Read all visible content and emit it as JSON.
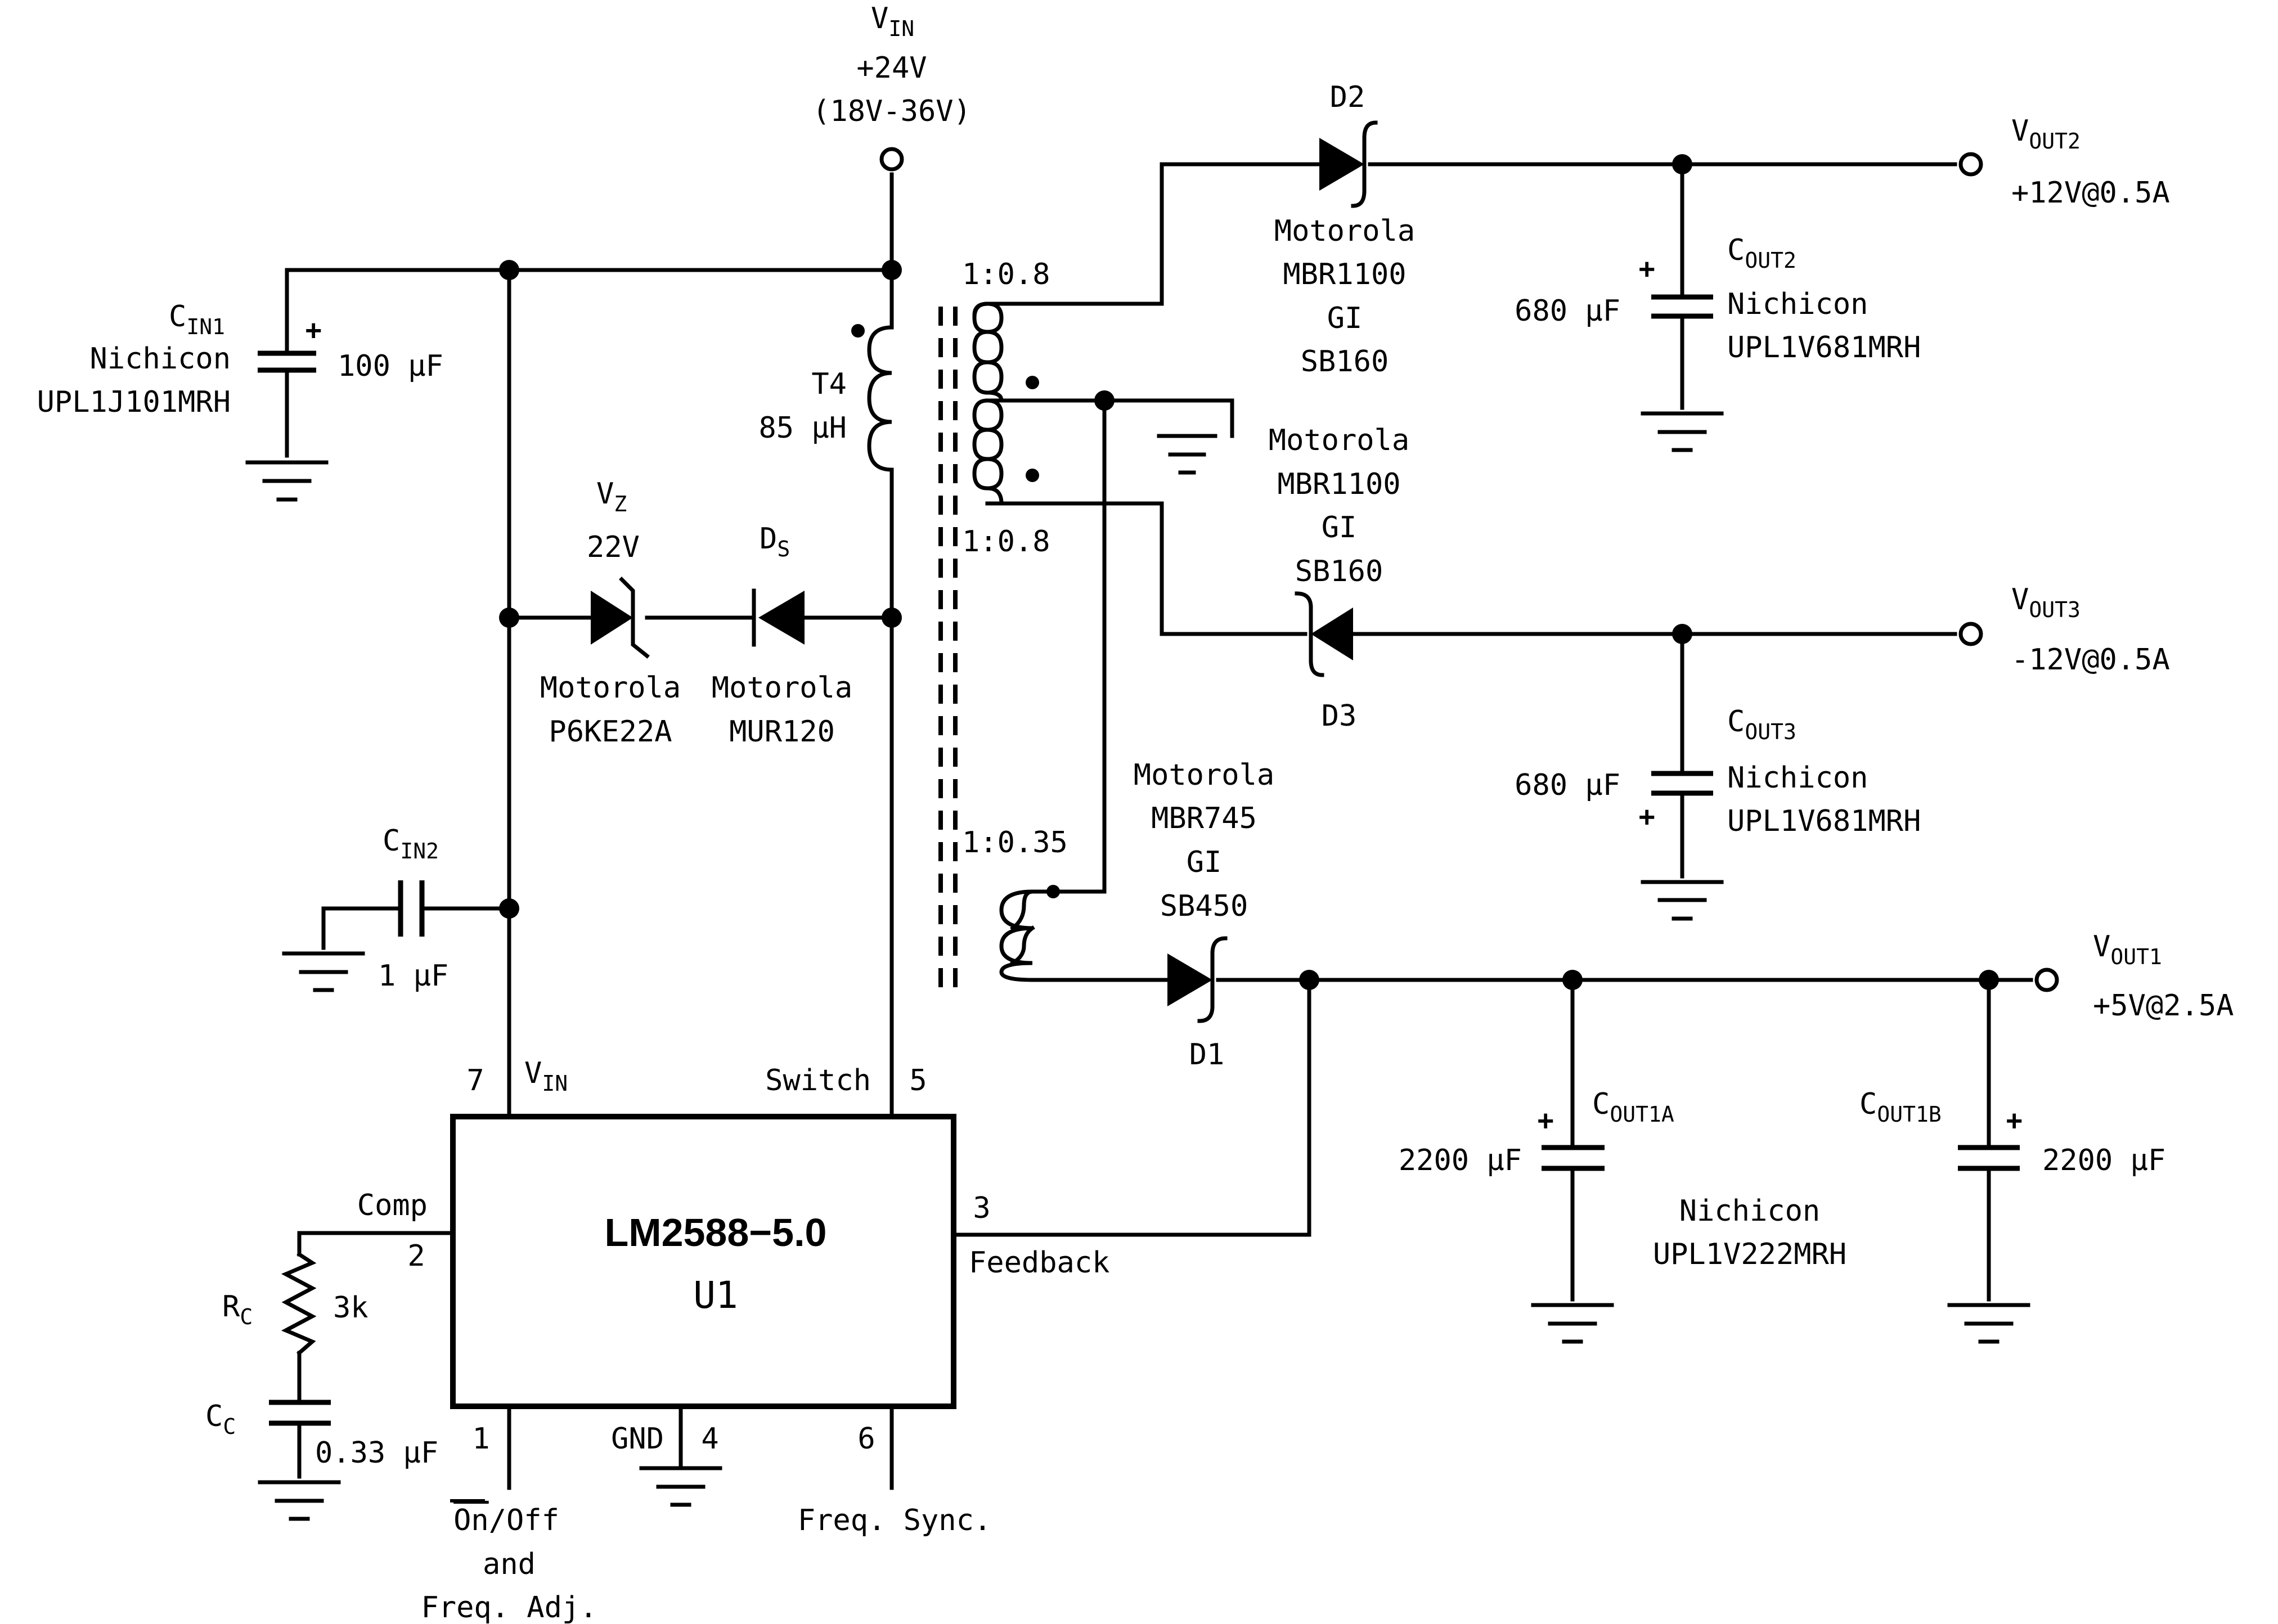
{
  "vin": {
    "label": "V",
    "label_sub": "IN",
    "voltage": "+24V",
    "range": "(18V-36V)"
  },
  "cin1": {
    "label": "C",
    "label_sub": "IN1",
    "maker": "Nichicon",
    "part": "UPL1J101MRH",
    "value": "100 μF"
  },
  "t4": {
    "ref": "T4",
    "value": "85 μH",
    "ratio_top": "1:0.8",
    "ratio_mid": "1:0.8",
    "ratio_bot": "1:0.35"
  },
  "vz": {
    "label": "V",
    "label_sub": "Z",
    "voltage": "22V",
    "maker": "Motorola",
    "part": "P6KE22A"
  },
  "ds": {
    "label": "D",
    "label_sub": "S",
    "maker": "Motorola",
    "part": "MUR120"
  },
  "cin2": {
    "label": "C",
    "label_sub": "IN2",
    "value": "1 μF"
  },
  "d2": {
    "ref": "D2",
    "maker1": "Motorola",
    "part1": "MBR1100",
    "maker2": "GI",
    "part2": "SB160"
  },
  "d3": {
    "ref": "D3",
    "maker1": "Motorola",
    "part1": "MBR1100",
    "maker2": "GI",
    "part2": "SB160"
  },
  "d1": {
    "ref": "D1",
    "maker1": "Motorola",
    "part1": "MBR745",
    "maker2": "GI",
    "part2": "SB450"
  },
  "vout2": {
    "label": "V",
    "label_sub": "OUT2",
    "spec": "+12V@0.5A"
  },
  "vout3": {
    "label": "V",
    "label_sub": "OUT3",
    "spec": "-12V@0.5A"
  },
  "vout1": {
    "label": "V",
    "label_sub": "OUT1",
    "spec": "+5V@2.5A"
  },
  "cout2": {
    "label": "C",
    "label_sub": "OUT2",
    "maker": "Nichicon",
    "part": "UPL1V681MRH",
    "value": "680 μF"
  },
  "cout3": {
    "label": "C",
    "label_sub": "OUT3",
    "maker": "Nichicon",
    "part": "UPL1V681MRH",
    "value": "680 μF"
  },
  "cout1a": {
    "label": "C",
    "label_sub": "OUT1A",
    "value": "2200 μF"
  },
  "cout1b": {
    "label": "C",
    "label_sub": "OUT1B",
    "value": "2200 μF"
  },
  "cout1_part": {
    "maker": "Nichicon",
    "part": "UPL1V222MRH"
  },
  "rc": {
    "label": "R",
    "label_sub": "C",
    "value": "3k"
  },
  "cc": {
    "label": "C",
    "label_sub": "C",
    "value": "0.33 μF"
  },
  "u1": {
    "name": "LM2588−5.0",
    "ref": "U1",
    "pin7_num": "7",
    "pin7_label": "V",
    "pin7_label_sub": "IN",
    "pin5_num": "5",
    "pin5_label": "Switch",
    "pin2_num": "2",
    "pin2_label": "Comp",
    "pin3_num": "3",
    "pin3_label": "Feedback",
    "pin1_num": "1",
    "pin1_label_overbar": "On",
    "pin1_label_rest": "/Off",
    "pin1_label_2": "and",
    "pin1_label_3": "Freq. Adj.",
    "pin4_num": "4",
    "pin4_label": "GND",
    "pin6_num": "6",
    "pin6_label": "Freq. Sync."
  }
}
